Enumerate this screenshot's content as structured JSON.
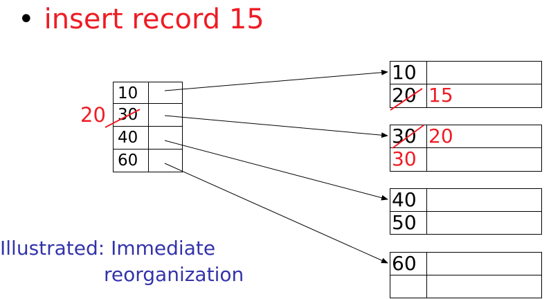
{
  "heading": {
    "bullet": "•",
    "text": "insert record 15"
  },
  "index": {
    "keys": [
      "10",
      "30",
      "40",
      "60"
    ],
    "replacement_label": "20"
  },
  "blocks": [
    {
      "rows": [
        "10",
        "20"
      ],
      "insert_label": "15"
    },
    {
      "rows": [
        "30",
        "30"
      ],
      "insert_label": "20"
    },
    {
      "rows": [
        "40",
        "50"
      ]
    },
    {
      "rows": [
        "60",
        ""
      ]
    }
  ],
  "note": {
    "line1": "Illustrated: Immediate",
    "line2": "reorganization"
  },
  "colors": {
    "accent": "#ee1c24",
    "note": "#3333aa",
    "line": "#000000"
  }
}
